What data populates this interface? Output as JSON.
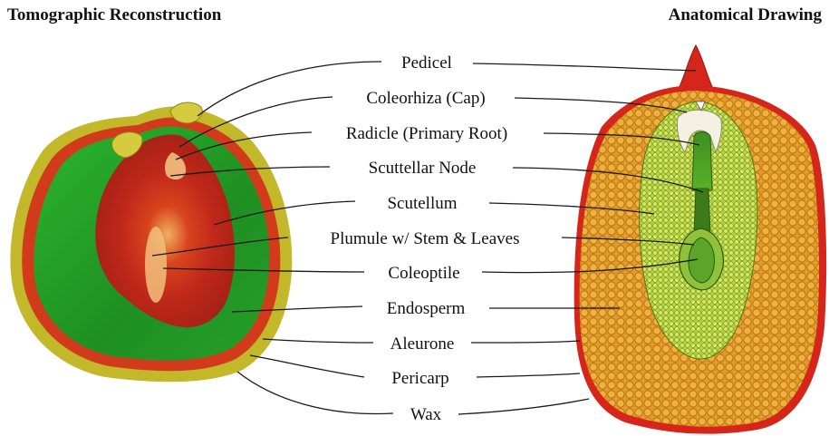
{
  "titles": {
    "left": "Tomographic Reconstruction",
    "right": "Anatomical Drawing"
  },
  "labels": [
    "Pedicel",
    "Coleorhiza (Cap)",
    "Radicle (Primary Root)",
    "Scuttellar Node",
    "Scutellum",
    "Plumule w/ Stem & Leaves",
    "Coleoptile",
    "Endosperm",
    "Aleurone",
    "Pericarp",
    "Wax"
  ],
  "colors": {
    "tomo_green": "#2fb52a",
    "tomo_red": "#c4281b",
    "tomo_yellow": "#b8b21e",
    "drawing_orange": "#e8a12a",
    "drawing_red": "#d6261b",
    "drawing_embryo": "#bfd94a"
  }
}
